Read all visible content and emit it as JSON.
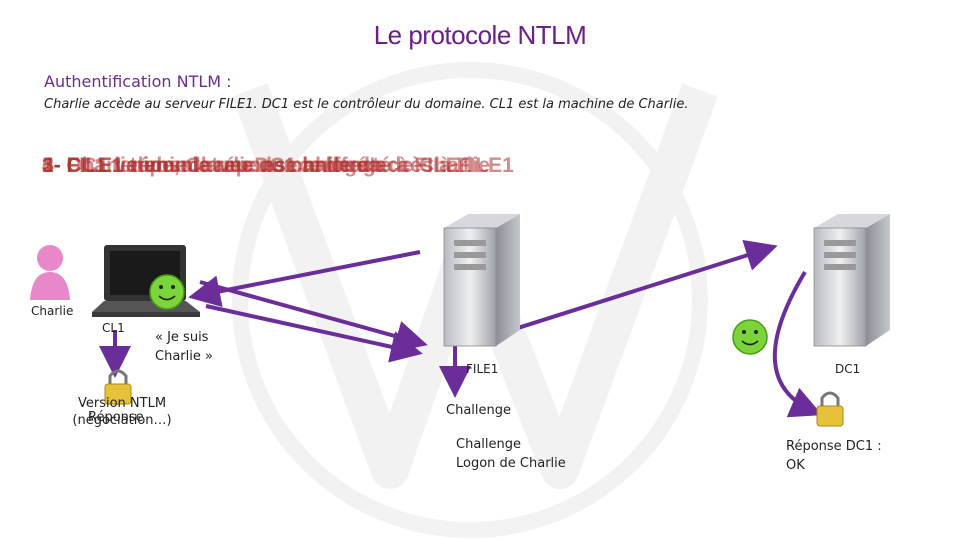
{
  "title": "Le protocole NTLM",
  "subtitle": "Authentification NTLM :",
  "intro": "Charlie accède au serveur FILE1. DC1 est le contrôleur du domaine. CL1 est la machine de Charlie.",
  "steps": [
    "1- Charlie envoie une demande d'accès à FILE1",
    "2- FILE1 répond avec un challenge",
    "3- CL1 renvoie la réponse chiffrée",
    "4- FILE1 transmet au DC1 le logon de Charlie",
    "5- DC1 valide, Charlie est connecté à FILE1"
  ],
  "labels": {
    "charlie": "Charlie",
    "cl1": "CL1",
    "je_suis_line1": "« Je suis",
    "je_suis_line2": "Charlie »",
    "version_line1": "Version NTLM",
    "version_line2": "(négociation…)",
    "reponse": "Réponse",
    "file1": "FILE1",
    "dc1": "DC1",
    "challenge": "Challenge",
    "challenge_logon_line1": "Challenge",
    "challenge_logon_line2": "Logon de Charlie",
    "reponse_dc1_line1": "Réponse DC1 :",
    "reponse_dc1_line2": "OK"
  },
  "colors": {
    "title": "#6a1f8a",
    "arrow": "#6a2d9a",
    "steps": "#b03030",
    "smiley": "#7ad43a",
    "user_icon": "#e888c8"
  },
  "icons": [
    "user-icon",
    "laptop-icon",
    "smiley-icon",
    "padlock-icon",
    "server-icon",
    "watermark-logo"
  ]
}
